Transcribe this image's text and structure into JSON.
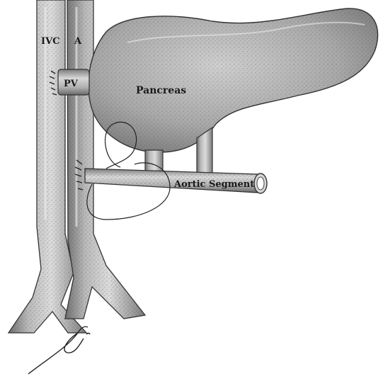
{
  "labels": {
    "ivc": "IVC",
    "aorta": "A",
    "portal_vein": "PV",
    "pancreas": "Pancreas",
    "aortic_segment": "Aortic Segment"
  }
}
